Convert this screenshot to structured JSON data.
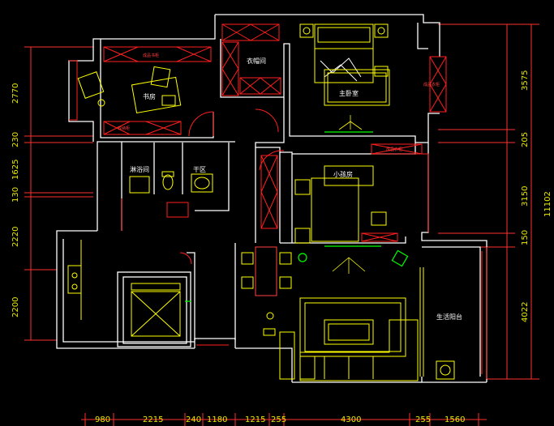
{
  "rooms": {
    "master_bedroom": "主卧室",
    "cloakroom": "衣帽间",
    "study": "书房",
    "shower": "淋浴间",
    "dry_area": "干区",
    "small_bedroom": "小孩房",
    "balcony": "生活阳台"
  },
  "cabinet_labels": {
    "study_top": "成品书柜",
    "study_bottom": "收纳柜",
    "master_right": "成品衣柜",
    "small_top": "成品衣柜"
  },
  "dimensions": {
    "left": [
      "2770",
      "230",
      "1625",
      "130",
      "2220",
      "2200"
    ],
    "right": [
      "3575",
      "205",
      "3150",
      "150",
      "4022"
    ],
    "right_total": "11102",
    "bottom": [
      "980",
      "2215",
      "240",
      "1180",
      "1215",
      "255",
      "4300",
      "255",
      "1560"
    ]
  },
  "colors": {
    "background": "#000000",
    "wall": "#ffffff",
    "furniture": "#ffff00",
    "cabinet": "#ff2020",
    "dimension": "#ff3030",
    "dimension_text": "#e8e800"
  }
}
